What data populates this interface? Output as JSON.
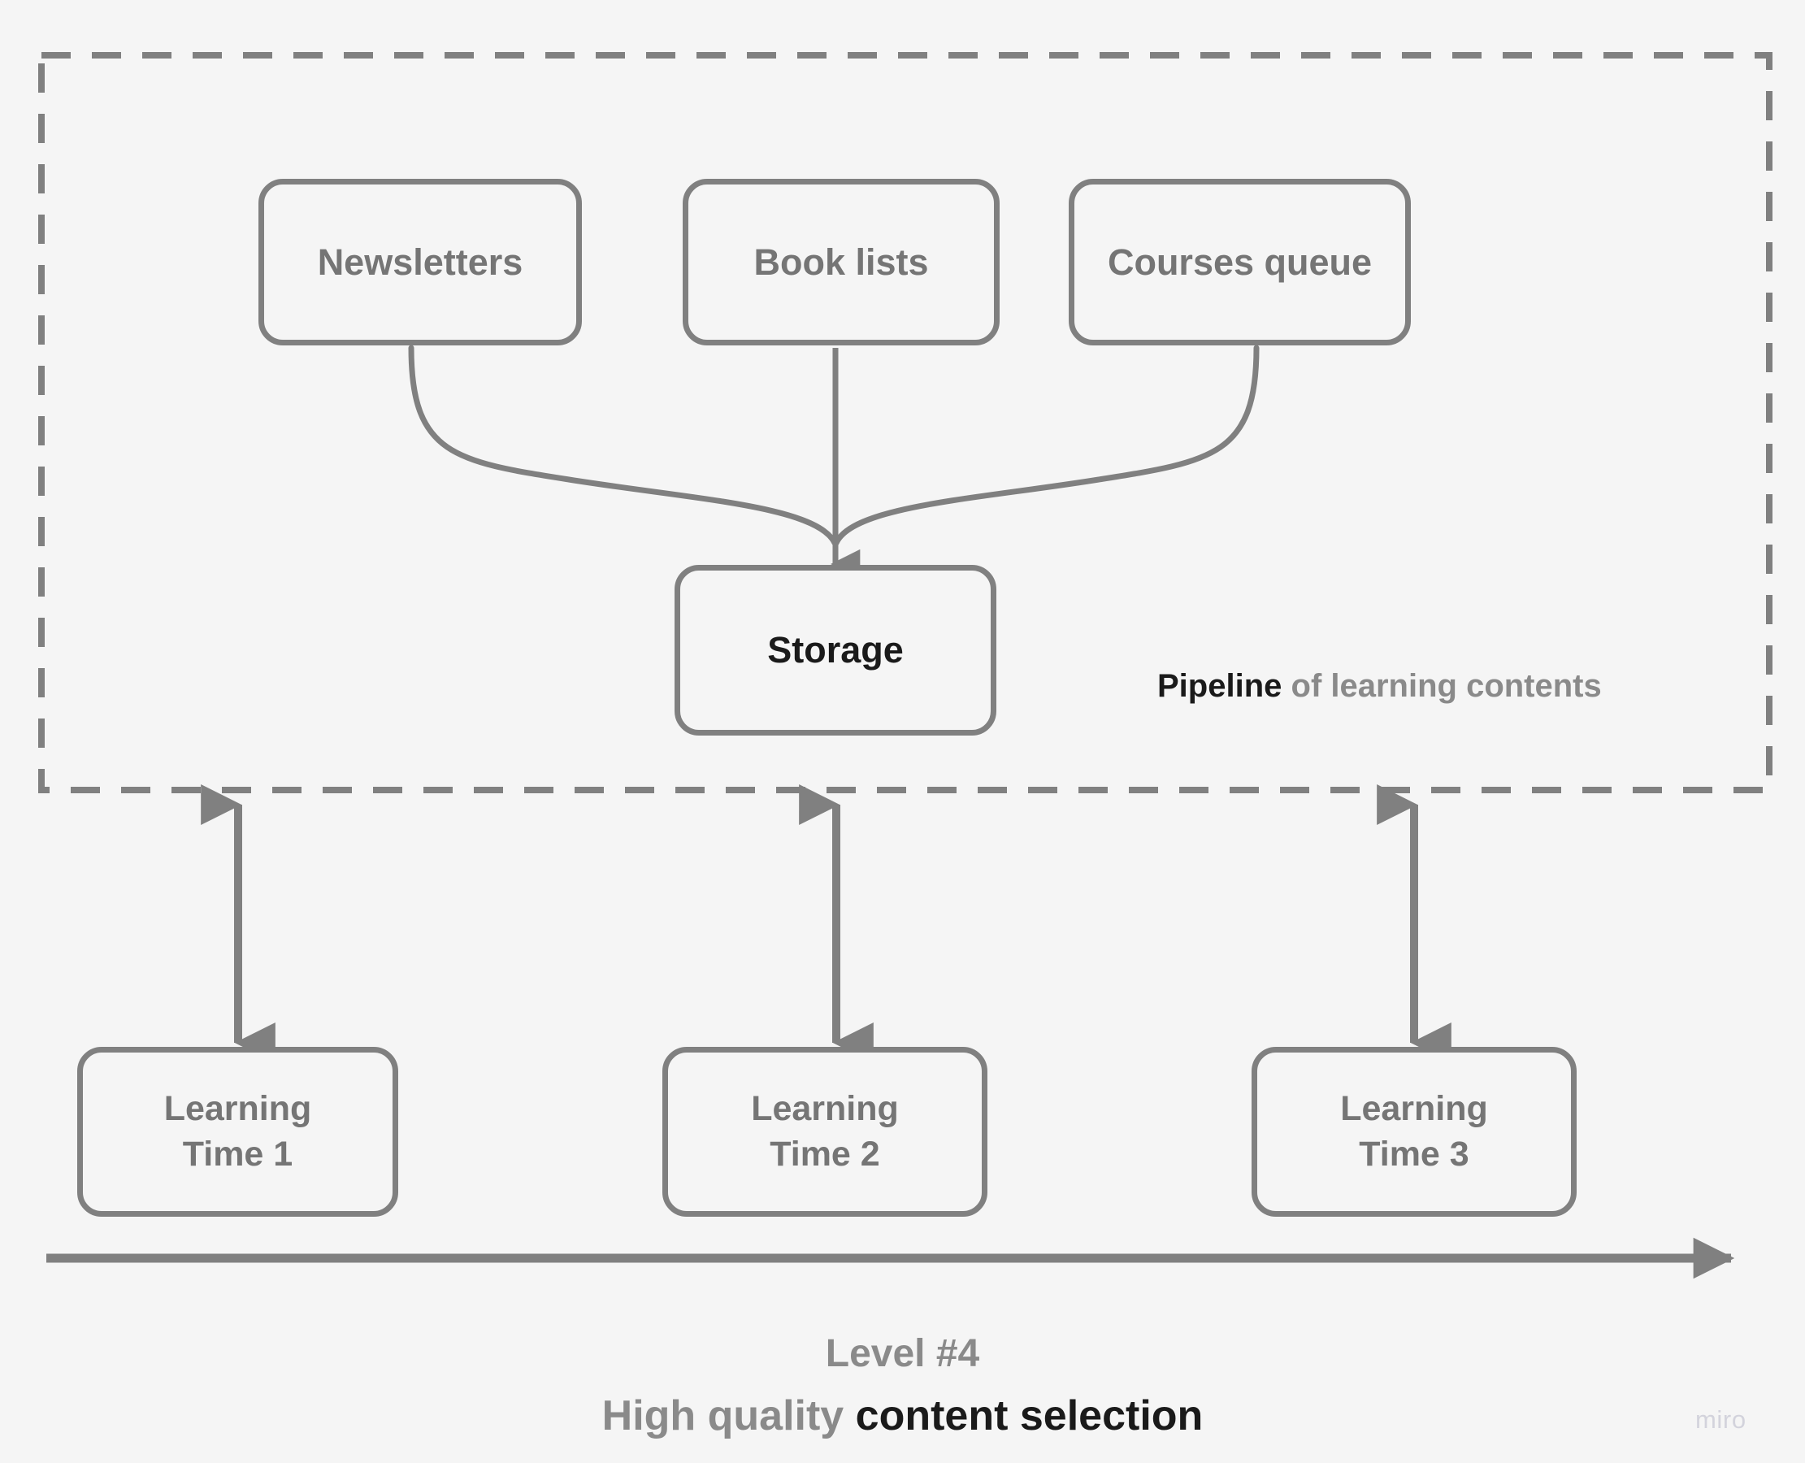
{
  "canvas": {
    "background": "#f5f5f5",
    "stroke": "#808080",
    "muted_text": "#757575",
    "dark_text": "#1a1a1a",
    "watermark_color": "#d3d3dc"
  },
  "pipeline_frame": {
    "caption_lead": "Pipeline",
    "caption_rest": " of learning contents",
    "border_style": "dashed"
  },
  "sources": [
    {
      "label": "Newsletters"
    },
    {
      "label": "Book lists"
    },
    {
      "label": "Courses queue"
    }
  ],
  "storage": {
    "label": "Storage"
  },
  "learning_times": [
    {
      "label_line1": "Learning",
      "label_line2": "Time 1"
    },
    {
      "label_line1": "Learning",
      "label_line2": "Time 2"
    },
    {
      "label_line1": "Learning",
      "label_line2": "Time 3"
    }
  ],
  "timeline": {
    "direction": "right"
  },
  "footer": {
    "level": "Level #4",
    "subtitle_lead": "High quality ",
    "subtitle_emph": "content selection"
  },
  "watermark": {
    "label": "miro"
  }
}
